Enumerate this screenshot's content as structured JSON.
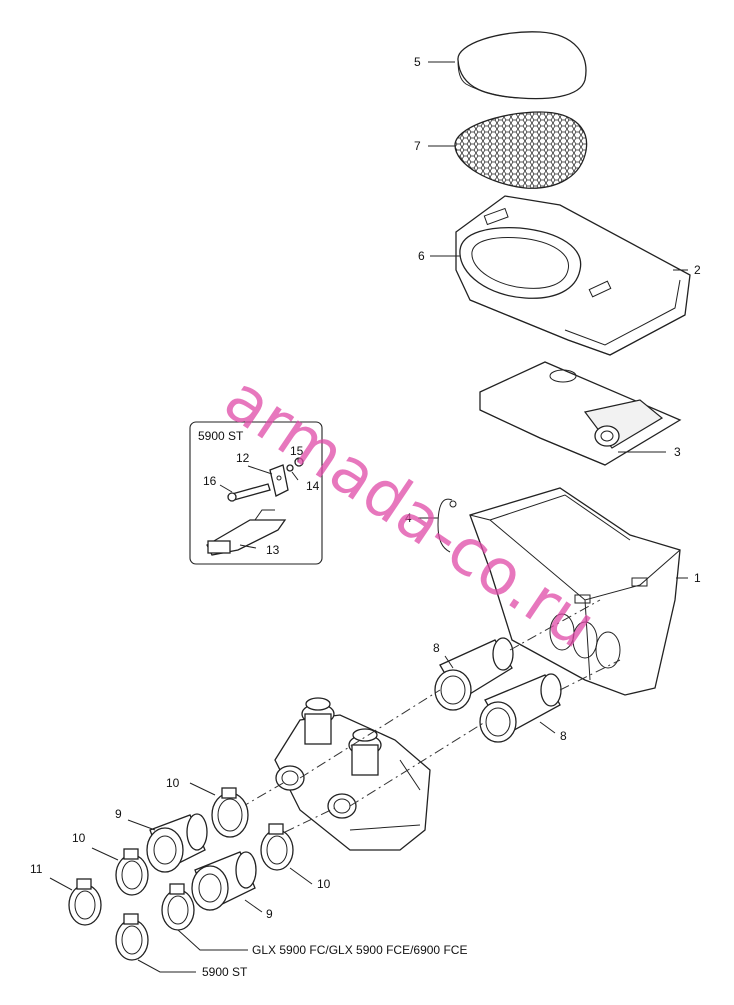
{
  "callouts": {
    "c1": "1",
    "c2": "2",
    "c3": "3",
    "c4": "4",
    "c5": "5",
    "c6": "6",
    "c7": "7",
    "c8a": "8",
    "c8b": "8",
    "c9a": "9",
    "c9b": "9",
    "c10a": "10",
    "c10b": "10",
    "c10c": "10",
    "c11": "11",
    "c12": "12",
    "c13": "13",
    "c14": "14",
    "c15": "15",
    "c16": "16"
  },
  "inset": {
    "title": "5900 ST"
  },
  "variants": {
    "glx": "GLX 5900 FC/GLX 5900 FCE/6900 FCE",
    "st": "5900 ST"
  },
  "watermark": "armada-co.ru",
  "colors": {
    "watermark": "#e04aa8",
    "line": "#222222"
  }
}
